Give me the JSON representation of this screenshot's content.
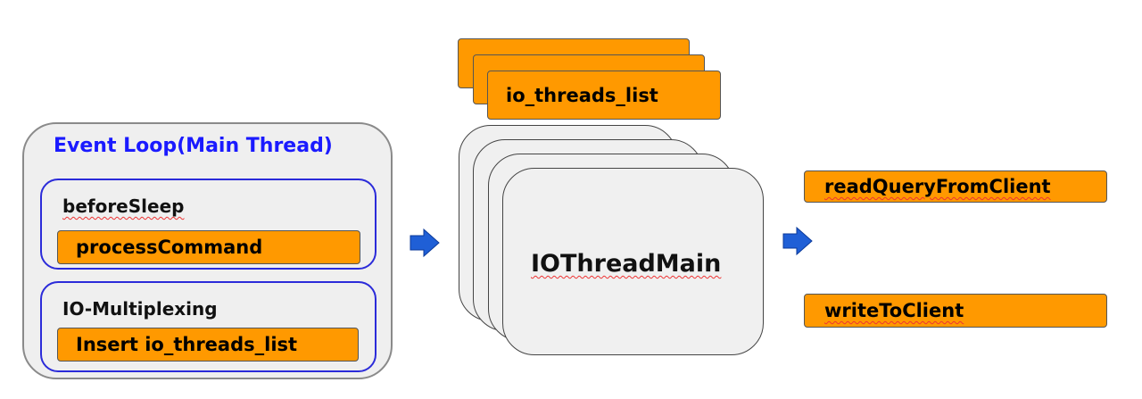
{
  "event_loop": {
    "title": "Event Loop(Main Thread)",
    "before_sleep": {
      "label": "beforeSleep",
      "item": "processCommand"
    },
    "io_multiplexing": {
      "label": "IO-Multiplexing",
      "item": "Insert io_threads_list"
    }
  },
  "io_threads_list": {
    "label": "io_threads_list"
  },
  "io_thread_main": {
    "label": "IOThreadMain"
  },
  "handlers": {
    "read": "readQueryFromClient",
    "write": "writeToClient"
  },
  "colors": {
    "box_fill": "#ff9900",
    "title_blue": "#1a1aff",
    "section_border": "#2b2bd9",
    "arrow_blue": "#1f5fd6"
  }
}
